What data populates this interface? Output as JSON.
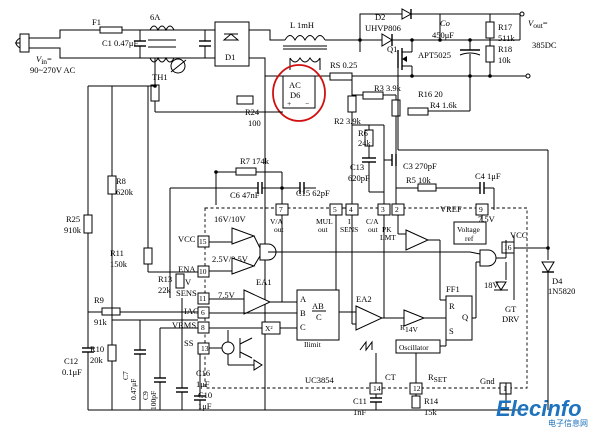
{
  "components": {
    "f1": "F1",
    "fuse": "6A",
    "c_in": "C1 0.47μF",
    "d1": "D1",
    "l1": "L 1mH",
    "d2": "D2",
    "d2_part": "UHVP806",
    "co": "Co",
    "co_val": "450μF",
    "r17": "R17",
    "r17_val": "511k",
    "r18": "R18",
    "r18_val": "10k",
    "q1": "Q1",
    "q1_part": "APT5025",
    "rs": "RS 0.25",
    "th1": "TH1",
    "r24": "R24",
    "r24_val": "100",
    "r3": "R3 3.9k",
    "r16": "R16 20",
    "r4": "R4 1.6k",
    "r2": "R2 3.9k",
    "r6": "R6",
    "r6_val": "24k",
    "c13": "C13",
    "c13_val": "620pF",
    "c3": "C3 270pF",
    "r7": "R7 174k",
    "r5": "R5 10k",
    "c4": "C4 1μF",
    "c6": "C6 47nF",
    "c15": "C15 62pF",
    "r8": "R8",
    "r8_val": "620k",
    "r25": "R25",
    "r25_val": "910k",
    "r11": "R11",
    "r11_val": "150k",
    "r13": "R13",
    "r13_val": "22k",
    "r9": "R9",
    "r9_val": "91k",
    "r10": "R10",
    "r10_val": "20k",
    "c12": "C12",
    "c12_val": "0.1μF",
    "c7": "C7",
    "c7_val": "0.47μF",
    "c9": "C9",
    "c9_val": "100pF",
    "c16": "C16",
    "c16_val": "1μF",
    "c10": "C10",
    "c10_val": "1μF",
    "c11": "C11",
    "c11_val": "1nF",
    "r14": "R14",
    "r14_val": "15k",
    "d4": "D4",
    "d4_part": "1N5820"
  },
  "labels": {
    "vin": "V",
    "vin_sub": "in",
    "vin_eq": "=",
    "vin_range": "90~270V AC",
    "vout": "V",
    "vout_sub": "out",
    "vout_eq": "=",
    "vout_val": "385DC",
    "acd6_1": "AC",
    "acd6_2": "D6",
    "acd6_plus": "+",
    "acd6_minus": "−",
    "ic": "UC3854",
    "vcc_thr": "16V/10V",
    "ena_thr": "2.5V/2.5V",
    "vcc": "VCC",
    "ena": "ENA",
    "vsens1": "V",
    "vsens2": "SENS",
    "iac": "IAC",
    "vrms": "VRMS",
    "ss": "SS",
    "ref75": "7.5V",
    "ea1": "EA1",
    "ea2": "EA2",
    "ff1": "FF1",
    "mult_a": "A",
    "mult_b": "B",
    "mult_c": "C",
    "mult_abc": "AB",
    "mult_c2": "C",
    "ilimit": "Ilimit",
    "x2": "X²",
    "rset": "R",
    "rset_sub": "SET",
    "r14v": "R",
    "r14v_sub": "14V",
    "osc": "Oscillator",
    "ct": "CT",
    "gnd": "Gnd",
    "va_out1": "V/A",
    "va_out2": "out",
    "mul_out1": "MUL",
    "mul_out2": "out",
    "isens1": "I",
    "isens2": "SENS",
    "ca_out1": "C/A",
    "ca_out2": "out",
    "pklmt1": "PK",
    "pklmt2": "LMT",
    "vref": "VREF",
    "v75": "7.5V",
    "vref_box1": "Voltage",
    "vref_box2": "ref",
    "vcc_r": "VCC",
    "gt": "GT",
    "drv": "DRV",
    "v18": "18V",
    "ff_r": "R",
    "ff_q": "Q",
    "ff_s": "S"
  },
  "pins": {
    "p7": "7",
    "p5": "5",
    "p4": "4",
    "p3": "3",
    "p2": "2",
    "p15": "15",
    "p10": "10",
    "p11": "11",
    "p6": "6",
    "p8": "8",
    "p13": "13",
    "p9": "9",
    "p14": "14",
    "p12": "12",
    "p1": "1",
    "p16": "16"
  },
  "watermark": {
    "brand": "Elecinfo",
    "sub": "电子信息网"
  },
  "colors": {
    "ink": "#000000",
    "highlight": "#d01010",
    "brand": "#1e73be"
  }
}
